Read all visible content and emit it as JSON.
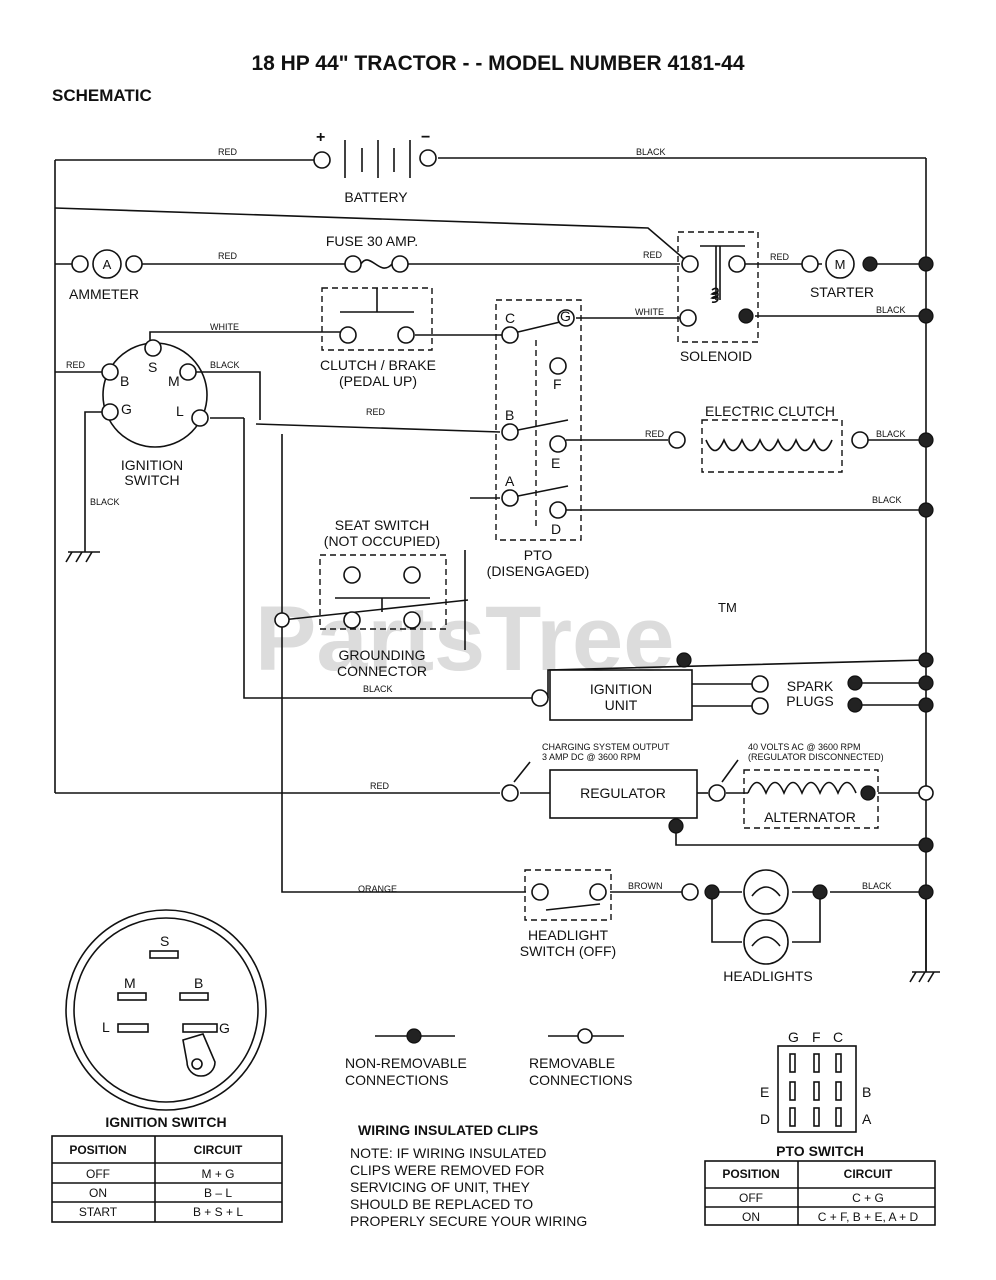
{
  "title": "18 HP 44\" TRACTOR - - MODEL NUMBER 4181-44",
  "subtitle": "SCHEMATIC",
  "watermark": "PartsTree",
  "watermark_tm": "TM",
  "components": {
    "battery": "BATTERY",
    "battery_plus": "+",
    "battery_minus": "−",
    "ammeter": "AMMETER",
    "ammeter_symbol": "A",
    "fuse": "FUSE 30 AMP.",
    "starter": "STARTER",
    "starter_symbol": "M",
    "solenoid": "SOLENOID",
    "clutch_brake_1": "CLUTCH / BRAKE",
    "clutch_brake_2": "(PEDAL UP)",
    "ignition_switch_1": "IGNITION",
    "ignition_switch_2": "SWITCH",
    "pto_1": "PTO",
    "pto_2": "(DISENGAGED)",
    "electric_clutch": "ELECTRIC CLUTCH",
    "seat_switch_1": "SEAT SWITCH",
    "seat_switch_2": "(NOT OCCUPIED)",
    "grounding_1": "GROUNDING",
    "grounding_2": "CONNECTOR",
    "ignition_unit_1": "IGNITION",
    "ignition_unit_2": "UNIT",
    "spark_1": "SPARK",
    "spark_2": "PLUGS",
    "regulator": "REGULATOR",
    "alternator": "ALTERNATOR",
    "charging_1": "CHARGING SYSTEM OUTPUT",
    "charging_2": "3 AMP DC @ 3600 RPM",
    "volts_1": "40 VOLTS AC @ 3600 RPM",
    "volts_2": "(REGULATOR DISCONNECTED)",
    "headlight_switch_1": "HEADLIGHT",
    "headlight_switch_2": "SWITCH (OFF)",
    "headlights": "HEADLIGHTS"
  },
  "terminals": {
    "ign_s": "S",
    "ign_b": "B",
    "ign_m": "M",
    "ign_g": "G",
    "ign_l": "L",
    "pto_c": "C",
    "pto_g": "G",
    "pto_f": "F",
    "pto_b": "B",
    "pto_e": "E",
    "pto_a": "A",
    "pto_d": "D"
  },
  "wire_colors": {
    "red": "RED",
    "black": "BLACK",
    "white": "WHITE",
    "orange": "ORANGE",
    "brown": "BROWN"
  },
  "legend": {
    "non_removable_1": "NON-REMOVABLE",
    "non_removable_2": "CONNECTIONS",
    "removable_1": "REMOVABLE",
    "removable_2": "CONNECTIONS"
  },
  "ignition_switch_diagram": {
    "title": "IGNITION SWITCH",
    "s": "S",
    "m": "M",
    "b": "B",
    "l": "L",
    "g": "G"
  },
  "ignition_switch_table": {
    "headers": [
      "POSITION",
      "CIRCUIT"
    ],
    "rows": [
      [
        "OFF",
        "M + G"
      ],
      [
        "ON",
        "B – L"
      ],
      [
        "START",
        "B + S + L"
      ]
    ]
  },
  "clips_note": {
    "title": "WIRING INSULATED CLIPS",
    "lines": [
      "NOTE: IF WIRING INSULATED",
      "CLIPS WERE REMOVED FOR",
      "SERVICING OF UNIT, THEY",
      "SHOULD BE REPLACED TO",
      "PROPERLY SECURE YOUR WIRING"
    ]
  },
  "pto_switch_diagram": {
    "title": "PTO SWITCH",
    "g": "G",
    "f": "F",
    "c": "C",
    "e": "E",
    "b": "B",
    "d": "D",
    "a": "A"
  },
  "pto_switch_table": {
    "headers": [
      "POSITION",
      "CIRCUIT"
    ],
    "rows": [
      [
        "OFF",
        "C + G"
      ],
      [
        "ON",
        "C + F, B + E, A + D"
      ]
    ]
  }
}
